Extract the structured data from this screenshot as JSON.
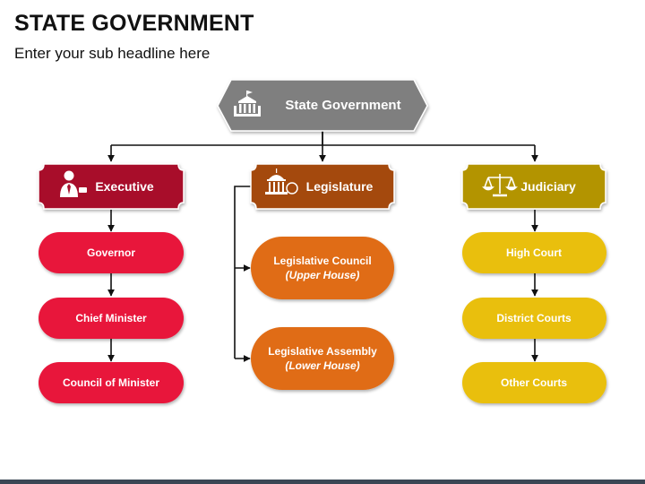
{
  "header": {
    "title": "STATE GOVERNMENT",
    "subtitle": "Enter your sub headline here"
  },
  "root": {
    "label": "State Government",
    "icon": "government-building-icon",
    "color": "#7f7f7f"
  },
  "branches": [
    {
      "key": "executive",
      "label": "Executive",
      "icon": "official-person-icon",
      "color": "#a8102c",
      "pill_color": "#e8143a",
      "items": [
        {
          "label": "Governor"
        },
        {
          "label": "Chief Minister"
        },
        {
          "label": "Council of Minister"
        }
      ]
    },
    {
      "key": "legislature",
      "label": "Legislature",
      "icon": "parliament-building-icon",
      "color": "#a4480f",
      "pill_color": "#e06c14",
      "items": [
        {
          "label": "Legislative Council",
          "sub": "(Upper House)"
        },
        {
          "label": "Legislative Assembly",
          "sub": "(Lower House)"
        }
      ]
    },
    {
      "key": "judiciary",
      "label": "Judiciary",
      "icon": "scales-of-justice-icon",
      "color": "#b39406",
      "pill_color": "#e9bf10",
      "items": [
        {
          "label": "High Court"
        },
        {
          "label": "District Courts"
        },
        {
          "label": "Other Courts"
        }
      ]
    }
  ]
}
